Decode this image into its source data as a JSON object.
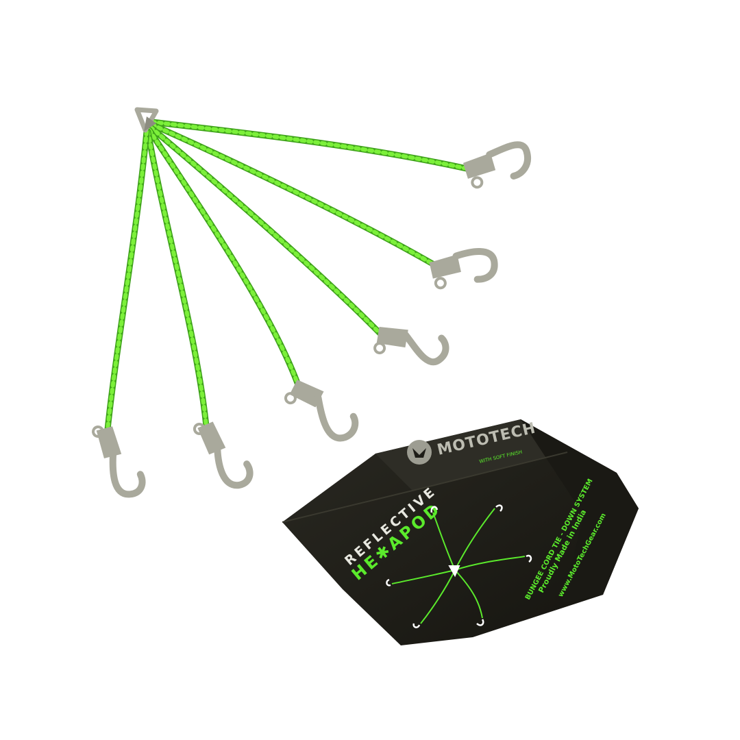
{
  "package": {
    "brand_name": "MOTOTECH",
    "brand_tagline": "WITH SOFT FINISH",
    "product_line1": "REFLECTIVE",
    "product_line2": "HE✱APOD",
    "side_line1": "BUNGEE CORD TIE - DOWN SYSTEM",
    "side_line2": "Proudly Made in India",
    "side_line3": "www.MotoTechGear.com"
  },
  "colors": {
    "cord": "#7CF03A",
    "cord_dark": "#3FA21B",
    "hook": "#A9A99C",
    "hook_shade": "#8C8C80",
    "box": "#1E1D18",
    "box_face": "#26251E",
    "accent": "#5BEA2C"
  },
  "icons": [
    "mototech-logo-icon",
    "hexapod-diagram-icon",
    "hook-icon",
    "ring-icon"
  ]
}
